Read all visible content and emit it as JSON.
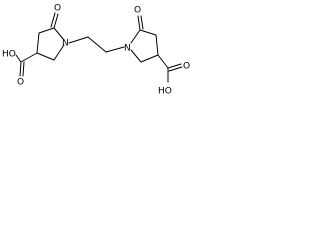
{
  "molecule": {
    "ring1": {
      "carbonyl_oxygen": "O",
      "ring_nitrogen": "N",
      "acid_hydroxyl": "HO",
      "acid_oxygen": "O"
    },
    "ring2": {
      "carbonyl_oxygen": "O",
      "ring_nitrogen": "N",
      "acid_hydroxyl": "HO",
      "acid_oxygen": "O"
    }
  }
}
